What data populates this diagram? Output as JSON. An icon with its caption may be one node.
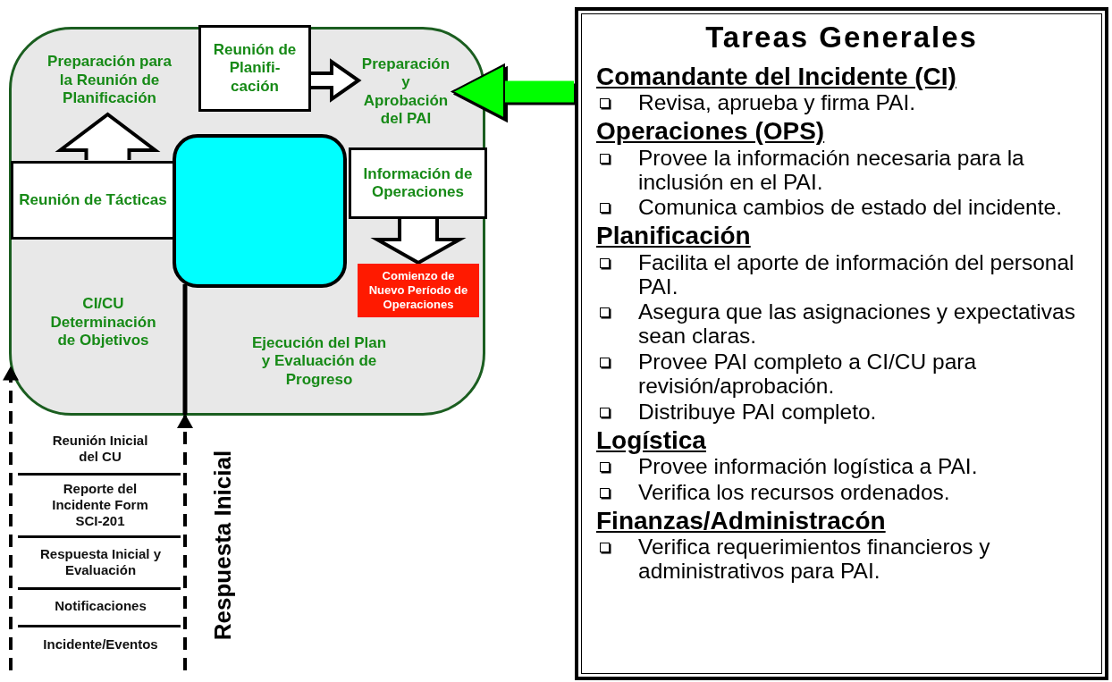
{
  "diagram": {
    "nodes": [
      {
        "text": [],
        "shape": "box"
      },
      {
        "text": [
          "Preparación para la Reunión de Planificación"
        ],
        "in": 0
      },
      {
        "text": [
          "Reunión de Planifi- cación"
        ],
        "in": 0
      },
      {
        "text": [
          "Preparación y Aprobación del PAI"
        ],
        "in": 0
      },
      {
        "text": [],
        "shape": "box",
        "in": 0
      },
      {
        "text": [
          "Reunión de Tácticas"
        ],
        "in": 0
      },
      {
        "text": [
          "Información de Operaciones"
        ],
        "in": 0
      },
      {
        "text": [
          "Comienzo de Nuevo Período de Operaciones"
        ],
        "in": 0
      },
      {
        "text": [
          "CI/CU Determinación de Objetivos"
        ],
        "in": 0
      },
      {
        "text": [
          "Ejecución del Plan y Evaluación de Progreso"
        ],
        "in": 0
      },
      {
        "text": [
          "Tareas Generales",
          "Comandante del Incidente (CI)",
          "Revisa, aprueba y firma PAI.",
          "Operaciones (OPS)",
          "Provee la información necesaria para la inclusión en el PAI.",
          "Comunica cambios de estado del incidente.",
          "Planificación",
          "Facilita el aporte de información del personal PAI.",
          "Asegura que las asignaciones y expectativas sean claras.",
          "Provee PAI completo a CI/CU para revisión/aprobación.",
          "Distribuye PAI completo.",
          "Logística",
          "Provee información logística a PAI.",
          "Verifica los recursos ordenados.",
          "Finanzas/Administracón",
          "Verifica requerimientos financieros y administrativos para PAI."
        ]
      }
    ],
    "edges": [
      {
        "from": 2,
        "to": 3,
        "arrow": "to"
      },
      {
        "from": 5,
        "to": 1,
        "arrow": "to"
      },
      {
        "from": 6,
        "to": 7,
        "arrow": "to"
      },
      {
        "from": 10,
        "to": 3,
        "arrow": "to",
        "style": "thick",
        "color": "#00ff00"
      },
      {
        "from": null,
        "to": 0,
        "arrow": "to",
        "style": "dashed"
      },
      {
        "from": null,
        "to": 0,
        "arrow": "to",
        "style": "dashed"
      }
    ],
    "labels": [
      "Reunión Inicial del CU",
      "Reporte del Incidente Form SCI-201",
      "Respuesta Inicial y Evaluación",
      "Notificaciones",
      "Incidente/Eventos",
      "Respuesta Inicial"
    ]
  }
}
